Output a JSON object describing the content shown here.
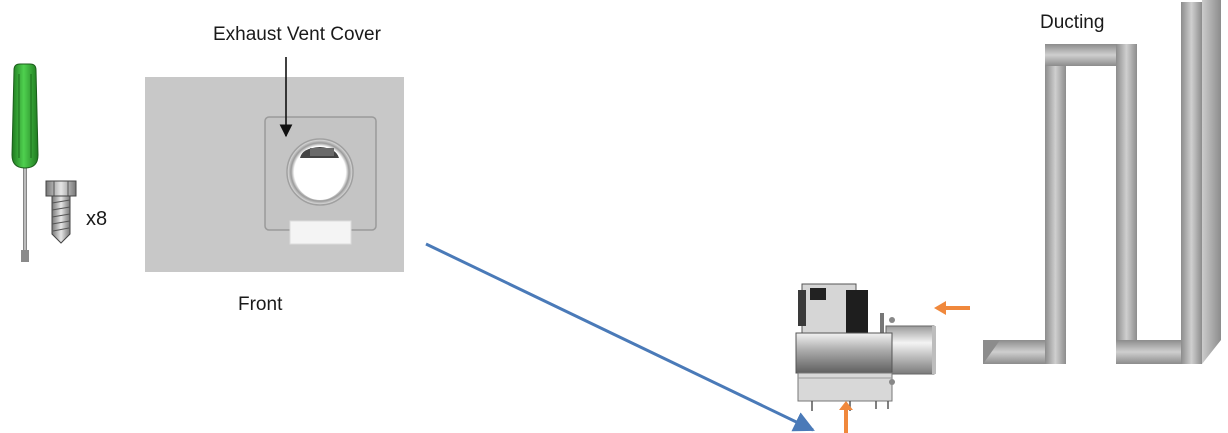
{
  "labels": {
    "exhaust_vent_cover": "Exhaust Vent Cover",
    "front": "Front",
    "ducting": "Ducting",
    "screw_quantity": "x8"
  },
  "colors": {
    "screwdriver_handle": "#2ea52e",
    "panel": "#c8c8c8",
    "ducting": "#a8a8a8",
    "pointer_arrow": "#4a7ab8",
    "airflow_arrow": "#f0883c"
  },
  "icons": {
    "tool": "screwdriver-icon",
    "fastener": "bolt-icon"
  }
}
